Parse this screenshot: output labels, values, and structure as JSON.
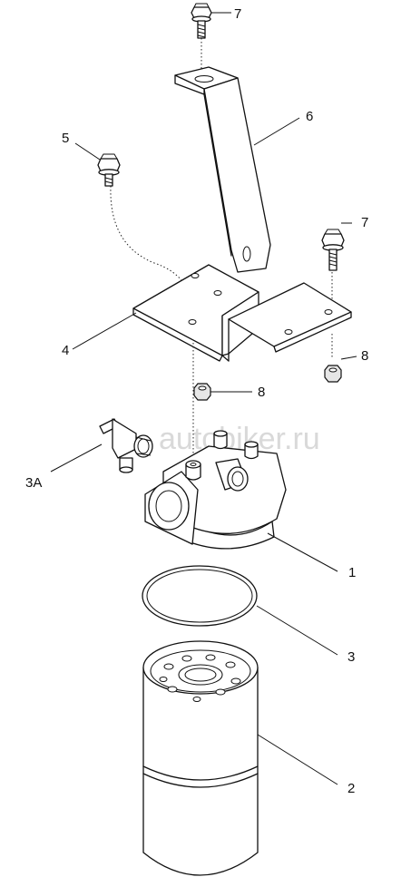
{
  "watermark": "autobiker.ru",
  "callouts": [
    {
      "id": "7a",
      "label": "7",
      "part": "bolt"
    },
    {
      "id": "6",
      "label": "6",
      "part": "support-bracket"
    },
    {
      "id": "5",
      "label": "5",
      "part": "bolt"
    },
    {
      "id": "7b",
      "label": "7",
      "part": "bolt"
    },
    {
      "id": "4",
      "label": "4",
      "part": "mounting-bracket"
    },
    {
      "id": "8b",
      "label": "8",
      "part": "nut"
    },
    {
      "id": "8a",
      "label": "8",
      "part": "nut"
    },
    {
      "id": "3A",
      "label": "3A",
      "part": "fitting"
    },
    {
      "id": "1",
      "label": "1",
      "part": "filter-head"
    },
    {
      "id": "3",
      "label": "3",
      "part": "o-ring"
    },
    {
      "id": "2",
      "label": "2",
      "part": "filter-element"
    }
  ]
}
